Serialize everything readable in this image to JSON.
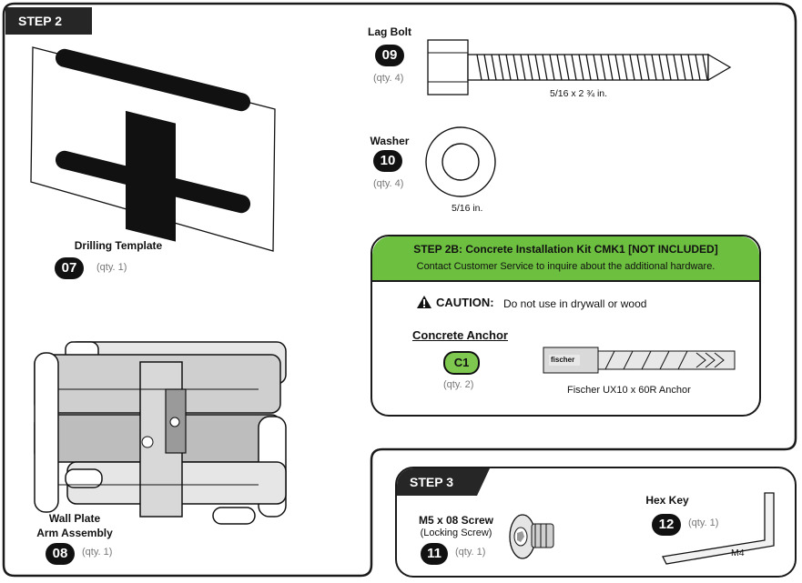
{
  "step2": {
    "tab": "STEP 2",
    "drilling_template": {
      "label": "Drilling Template",
      "number": "07",
      "qty": "(qty. 1)"
    },
    "wall_plate": {
      "label_line1": "Wall Plate",
      "label_line2": "Arm Assembly",
      "number": "08",
      "qty": "(qty. 1)"
    },
    "lag_bolt": {
      "label": "Lag Bolt",
      "number": "09",
      "qty": "(qty. 4)",
      "dimension": "5/16 x 2 ¾ in."
    },
    "washer": {
      "label": "Washer",
      "number": "10",
      "qty": "(qty. 4)",
      "dimension": "5/16 in."
    },
    "concrete_kit": {
      "title": "STEP 2B: Concrete Installation Kit CMK1 [NOT INCLUDED]",
      "subtitle": "Contact Customer Service to inquire about the additional hardware.",
      "caution_word": "CAUTION:",
      "caution_text": "Do not use in drywall or wood",
      "anchor_label": "Concrete Anchor",
      "anchor_number": "C1",
      "anchor_qty": "(qty. 2)",
      "anchor_caption": "Fischer UX10 x 60R Anchor",
      "anchor_brand": "fischer"
    }
  },
  "step3": {
    "tab": "STEP 3",
    "screw": {
      "label": "M5 x 08 Screw",
      "sublabel": "(Locking Screw)",
      "number": "11",
      "qty": "(qty. 1)"
    },
    "hex_key": {
      "label": "Hex Key",
      "number": "12",
      "qty": "(qty. 1)",
      "size": "M4"
    }
  },
  "colors": {
    "green": "#6cbf3f",
    "dark": "#1a1a1a",
    "badge_green": "#7ec850"
  }
}
